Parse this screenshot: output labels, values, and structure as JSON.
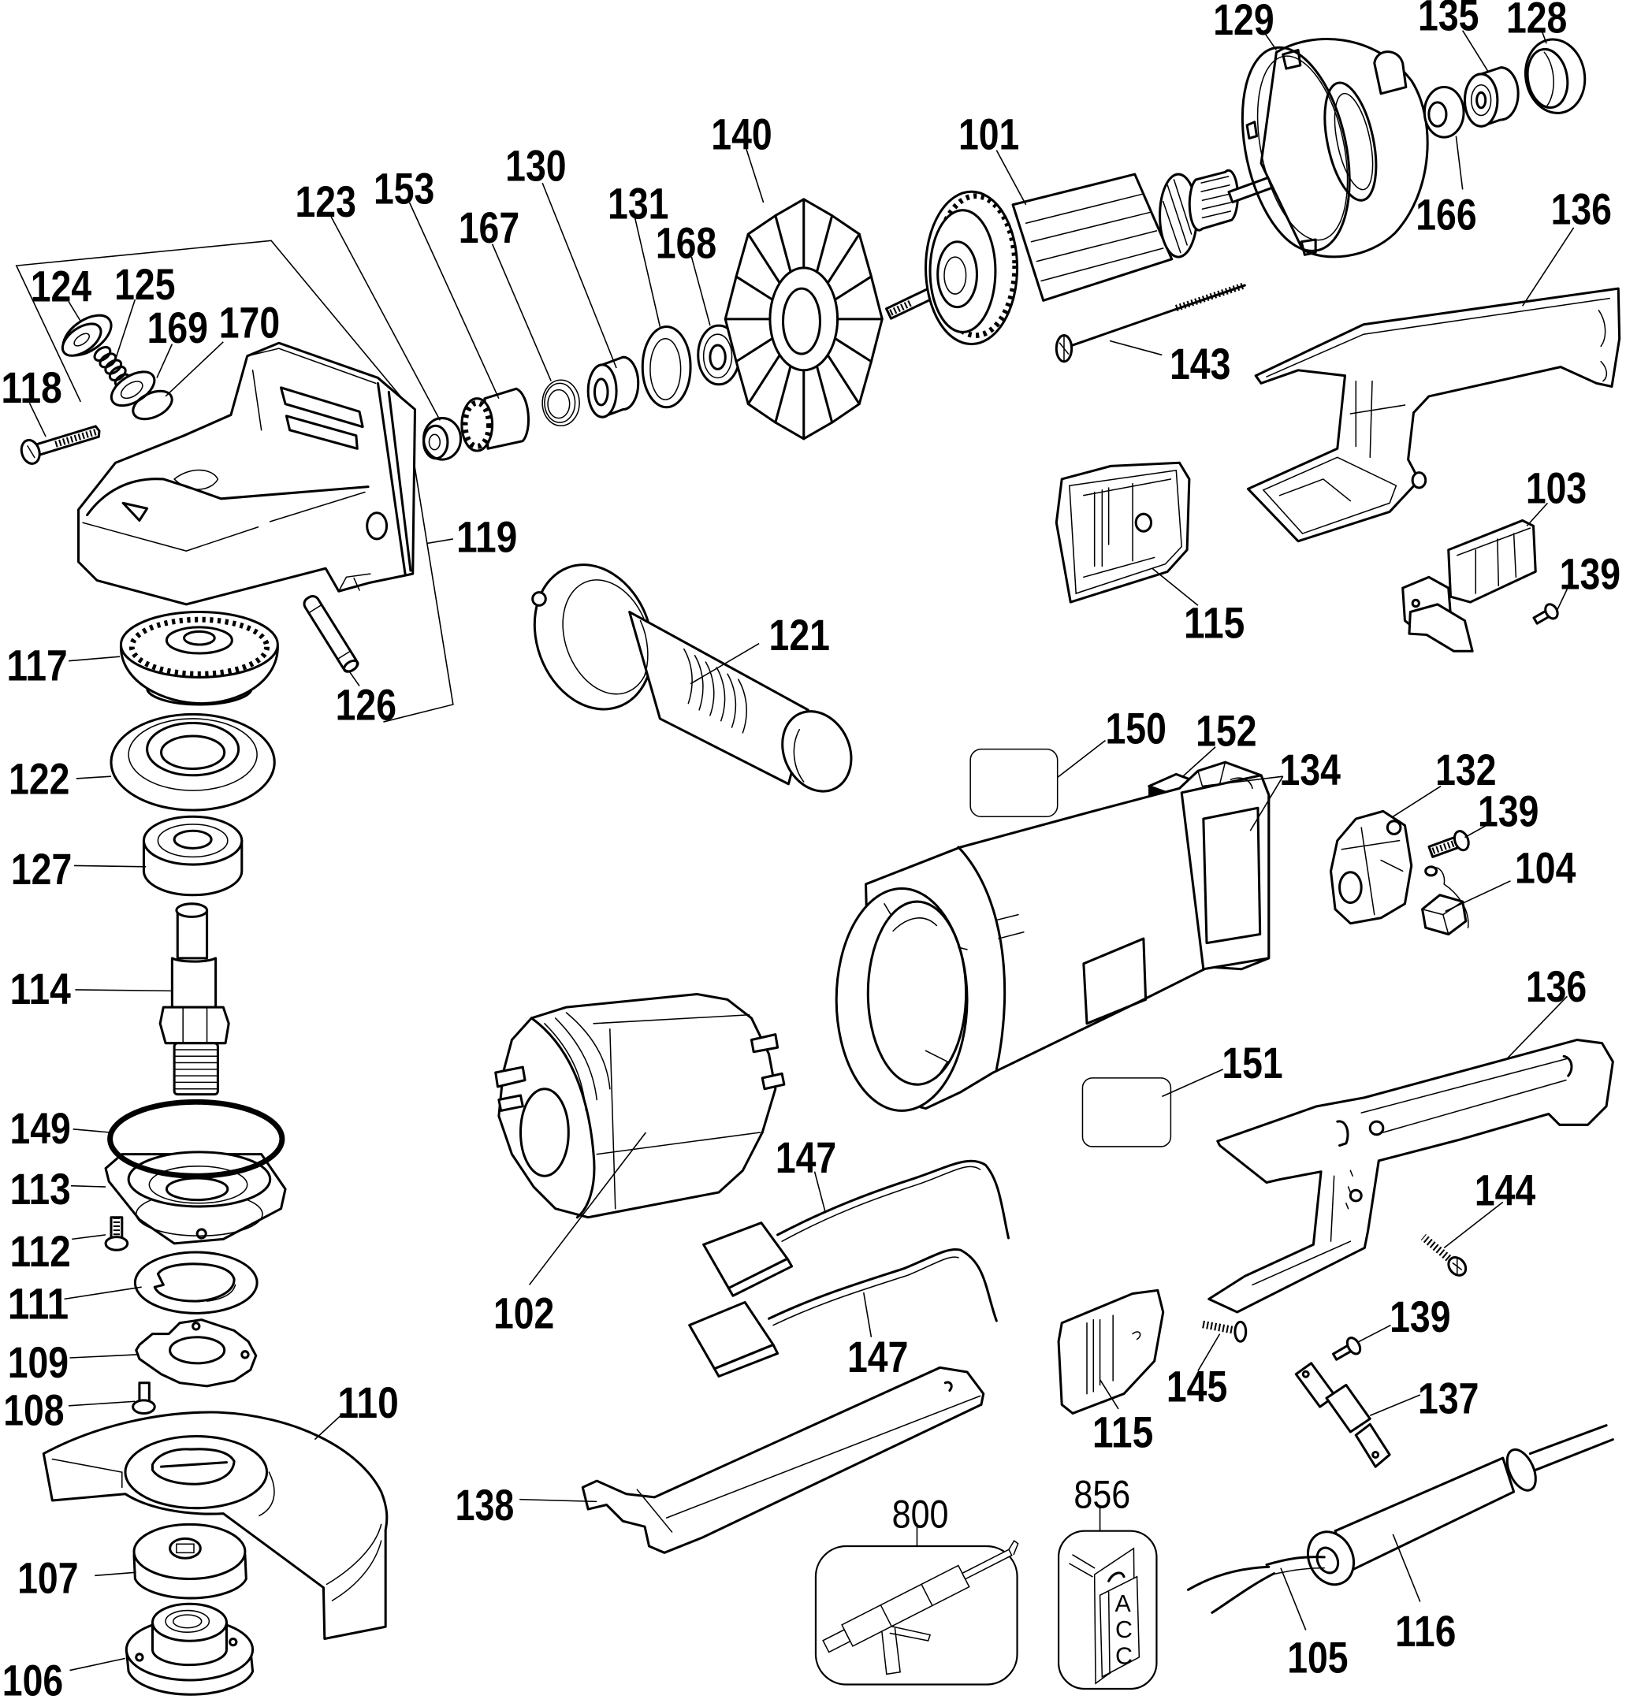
{
  "diagram": {
    "callouts": [
      "129",
      "135",
      "128",
      "140",
      "101",
      "130",
      "131",
      "123",
      "153",
      "167",
      "168",
      "166",
      "136",
      "124",
      "125",
      "169",
      "170",
      "118",
      "143",
      "119",
      "103",
      "139",
      "115",
      "117",
      "121",
      "126",
      "150",
      "152",
      "134",
      "132",
      "139",
      "104",
      "122",
      "127",
      "114",
      "136",
      "151",
      "149",
      "113",
      "147",
      "112",
      "144",
      "102",
      "111",
      "147",
      "139",
      "109",
      "145",
      "137",
      "108",
      "110",
      "115",
      "138",
      "107",
      "116",
      "105",
      "106"
    ],
    "kit_callouts": [
      "800",
      "856"
    ],
    "accessory_tag": {
      "letters": [
        "A",
        "C",
        "C"
      ]
    }
  }
}
